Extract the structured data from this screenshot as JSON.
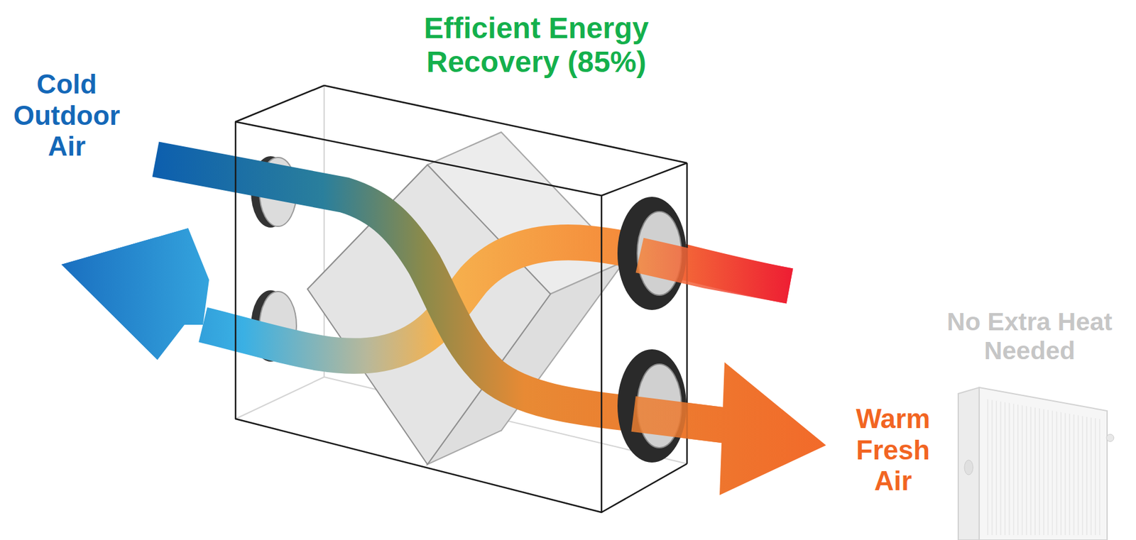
{
  "diagram": {
    "title": "Efficient Energy Recovery (85%)",
    "labels": [
      "Cold Outdoor Air",
      "Warm Fresh Air",
      "No Extra Heat Needed"
    ]
  }
}
